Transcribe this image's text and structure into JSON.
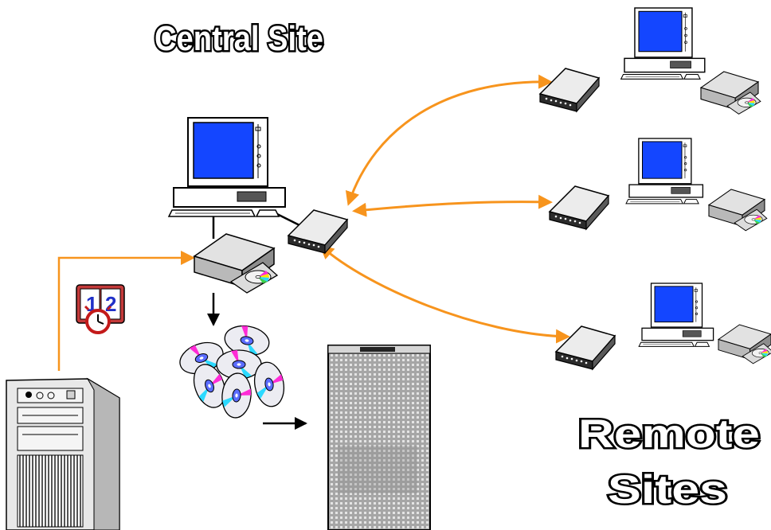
{
  "central_title": "Central Site",
  "remote_title_line1": "Remote",
  "remote_title_line2": "Sites",
  "calendar_icon_text": "1|2",
  "colors": {
    "link": "#f7941d",
    "screen": "#1446ff",
    "arrow": "#000000",
    "outline": "#000000",
    "device_top": "#e5e5e5",
    "device_side": "#333333"
  },
  "icons": {
    "workstation": "computer-icon",
    "modem": "modem-icon",
    "drive": "cd-drive-icon",
    "discs": "cd-stack-icon",
    "server": "server-tower-icon",
    "jukebox": "jukebox-icon",
    "scheduler": "calendar-clock-icon"
  }
}
